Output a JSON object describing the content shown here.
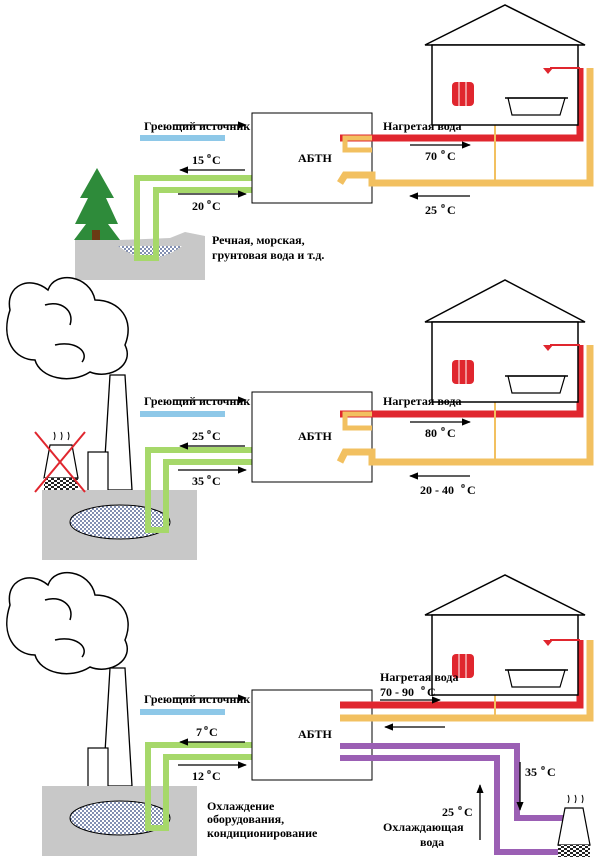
{
  "colors": {
    "hot": "#e0262e",
    "warm": "#f2c060",
    "source": "#a6d86a",
    "intake": "#8ec8e8",
    "cooling": "#9b5fb4",
    "ground": "#c8c8c8",
    "tree": "#2e8b3a",
    "water": "#aab6d4"
  },
  "panel1": {
    "source_label": "Греющий источник",
    "unit_label": "АБТН",
    "heated_label": "Нагретая вода",
    "temp_out": "15",
    "temp_in": "20",
    "temp_hot": "70",
    "temp_return": "25",
    "water_note_line1": "Речная, морская,",
    "water_note_line2": "грунтовая вода и т.д."
  },
  "panel2": {
    "source_label": "Греющий источник",
    "unit_label": "АБТН",
    "heated_label": "Нагретая вода",
    "temp_out": "25",
    "temp_in": "35",
    "temp_hot": "80",
    "temp_return": "20 - 40"
  },
  "panel3": {
    "source_label": "Греющий источник",
    "unit_label": "АБТН",
    "heated_label": "Нагретая вода",
    "temp_out": "7",
    "temp_in": "12",
    "temp_hot": "70 - 90",
    "temp_cool_out": "35",
    "temp_cool_in": "25",
    "cooling_label_line1": "Охлаждающая",
    "cooling_label_line2": "вода",
    "note_line1": "Охлаждение",
    "note_line2": "оборудования,",
    "note_line3": "кондиционирование"
  },
  "degree_mark": "o",
  "unit_C": "C"
}
